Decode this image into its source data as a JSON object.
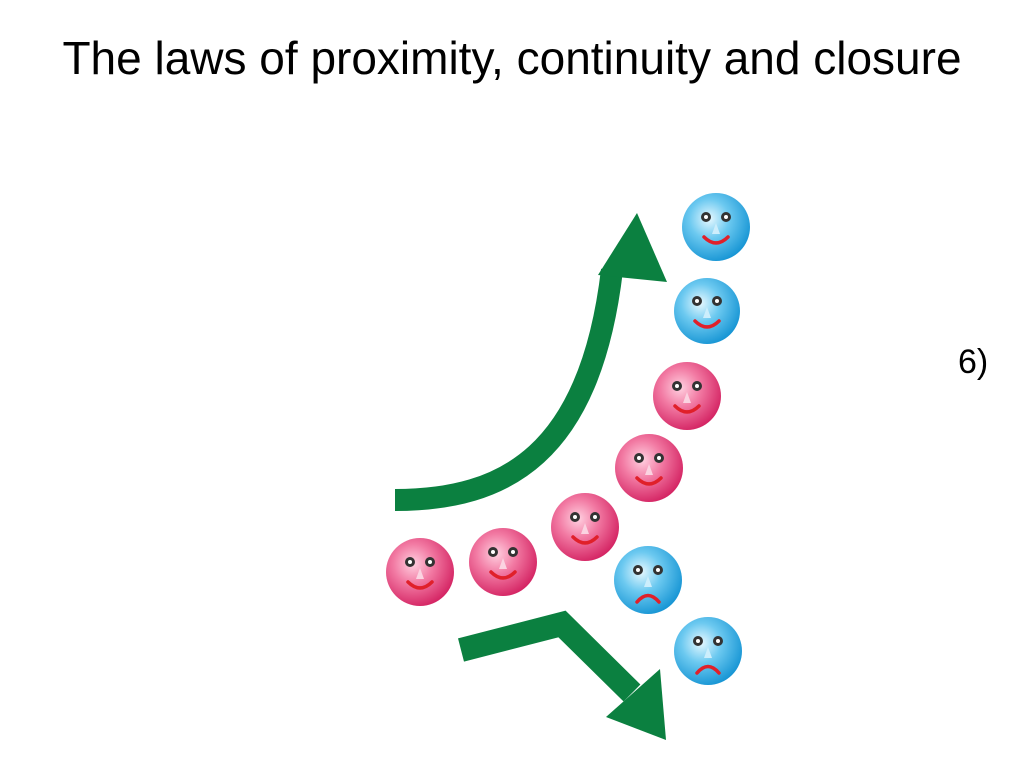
{
  "slide": {
    "title": "The laws of proximity, continuity and closure",
    "number_label": "6)"
  },
  "diagram": {
    "faces": [
      {
        "kind": "happy",
        "color": "blue"
      },
      {
        "kind": "happy",
        "color": "blue"
      },
      {
        "kind": "happy",
        "color": "pink"
      },
      {
        "kind": "happy",
        "color": "pink"
      },
      {
        "kind": "happy",
        "color": "pink"
      },
      {
        "kind": "happy",
        "color": "pink"
      },
      {
        "kind": "happy",
        "color": "pink"
      },
      {
        "kind": "sad",
        "color": "blue"
      },
      {
        "kind": "sad",
        "color": "blue"
      }
    ],
    "arrows": [
      {
        "name": "upward-curved-arrow",
        "color": "#0b8040"
      },
      {
        "name": "downward-bent-arrow",
        "color": "#0b8040"
      }
    ],
    "colors": {
      "pink_face": "#e83e78",
      "blue_face": "#2aa7e2",
      "arrow_green": "#0b8040",
      "mouth_red": "#e0202a",
      "eye_dark": "#333333"
    }
  }
}
